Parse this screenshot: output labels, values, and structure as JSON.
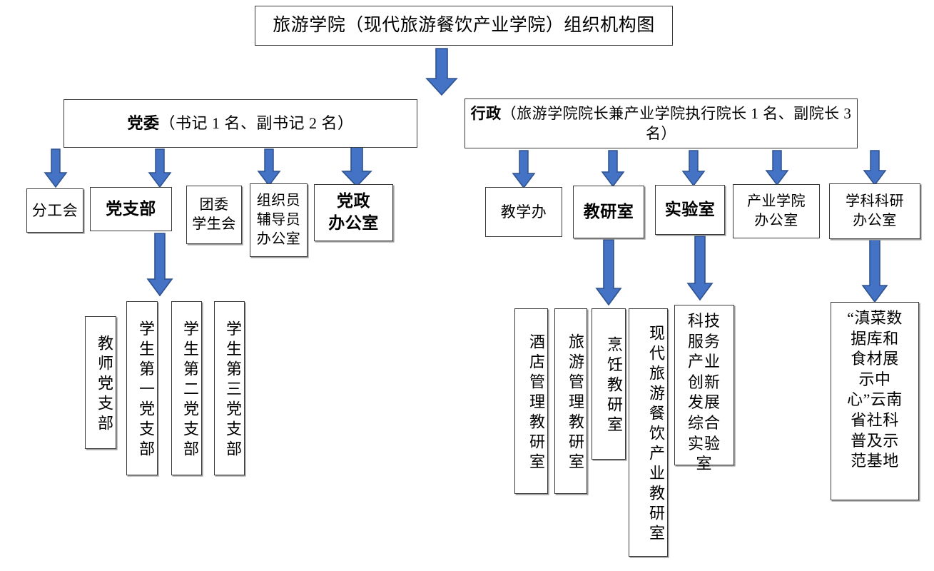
{
  "title": {
    "text": "旅游学院（现代旅游餐饮产业学院）组织机构图"
  },
  "level2": {
    "party": {
      "head": "党委",
      "detail": "（书记 1 名、副书记 2 名）"
    },
    "admin": {
      "head": "行政",
      "detail": "（旅游学院院长兼产业学院执行院长 1 名、副院长 3 名）"
    }
  },
  "level3": [
    {
      "id": "fengonghui",
      "label": "分工会",
      "bold": false
    },
    {
      "id": "dangzhibu",
      "label": "党支部",
      "bold": true
    },
    {
      "id": "tuanwei",
      "label": "团委\n学生会",
      "bold": false
    },
    {
      "id": "zuzhiyuan",
      "label": "组织员\n辅导员\n办公室",
      "bold": false
    },
    {
      "id": "dangzheng",
      "label": "党政\n办公室",
      "bold": true
    },
    {
      "id": "jiaoxueban",
      "label": "教学办",
      "bold": false
    },
    {
      "id": "jiaoyanshi",
      "label": "教研室",
      "bold": true
    },
    {
      "id": "shiyanshi",
      "label": "实验室",
      "bold": true
    },
    {
      "id": "chanye",
      "label": "产业学院\n办公室",
      "bold": false
    },
    {
      "id": "xueke",
      "label": "学科科研\n办公室",
      "bold": false
    }
  ],
  "level4": {
    "party_branches": [
      {
        "id": "jiaoshi",
        "label": "教师党支部"
      },
      {
        "id": "xs1",
        "label": "学生第一党支部"
      },
      {
        "id": "xs2",
        "label": "学生第二党支部"
      },
      {
        "id": "xs3",
        "label": "学生第三党支部"
      }
    ],
    "teaching_rooms": [
      {
        "id": "jiudian",
        "label": "酒店管理教研室"
      },
      {
        "id": "lvyou",
        "label": "旅游管理教研室"
      },
      {
        "id": "pengren",
        "label": "烹饪教研室"
      },
      {
        "id": "xiandai",
        "label": "现代旅游餐饮产业教研室"
      }
    ],
    "lab": {
      "id": "keji",
      "label": "科技服务产业创新发展综合实验室"
    },
    "base": {
      "id": "diancai",
      "label": "“滇菜数据库和食材展示中心”云南省社科普及示范基地"
    }
  },
  "colors": {
    "arrow_fill": "#4472C4",
    "arrow_stroke": "#2E528F",
    "box_border": "#3a3a3a",
    "text": "#000000",
    "background": "#ffffff"
  },
  "arrows": {
    "count": 17,
    "icon": "down-block-arrow-icon"
  }
}
